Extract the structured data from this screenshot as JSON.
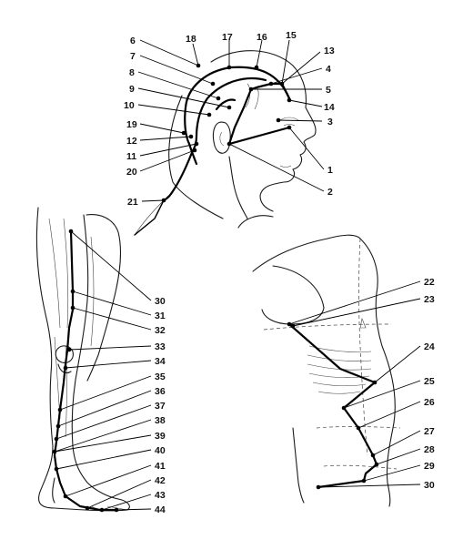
{
  "figure": {
    "head_labels": [
      {
        "id": "1",
        "text": "1"
      },
      {
        "id": "2",
        "text": "2"
      },
      {
        "id": "3",
        "text": "3"
      },
      {
        "id": "4",
        "text": "4"
      },
      {
        "id": "5",
        "text": "5"
      },
      {
        "id": "6",
        "text": "6"
      },
      {
        "id": "7",
        "text": "7"
      },
      {
        "id": "8",
        "text": "8"
      },
      {
        "id": "9",
        "text": "9"
      },
      {
        "id": "10",
        "text": "10"
      },
      {
        "id": "11",
        "text": "11"
      },
      {
        "id": "12",
        "text": "12"
      },
      {
        "id": "13",
        "text": "13"
      },
      {
        "id": "14",
        "text": "14"
      },
      {
        "id": "15",
        "text": "15"
      },
      {
        "id": "16",
        "text": "16"
      },
      {
        "id": "17",
        "text": "17"
      },
      {
        "id": "18",
        "text": "18"
      },
      {
        "id": "19",
        "text": "19"
      },
      {
        "id": "20",
        "text": "20"
      },
      {
        "id": "21",
        "text": "21"
      }
    ],
    "trunk_labels": [
      {
        "id": "22",
        "text": "22"
      },
      {
        "id": "23",
        "text": "23"
      },
      {
        "id": "24",
        "text": "24"
      },
      {
        "id": "25",
        "text": "25"
      },
      {
        "id": "26",
        "text": "26"
      },
      {
        "id": "27",
        "text": "27"
      },
      {
        "id": "28",
        "text": "28"
      },
      {
        "id": "29",
        "text": "29"
      },
      {
        "id": "30t",
        "text": "30"
      }
    ],
    "leg_labels": [
      {
        "id": "30",
        "text": "30"
      },
      {
        "id": "31",
        "text": "31"
      },
      {
        "id": "32",
        "text": "32"
      },
      {
        "id": "33",
        "text": "33"
      },
      {
        "id": "34",
        "text": "34"
      },
      {
        "id": "35",
        "text": "35"
      },
      {
        "id": "36",
        "text": "36"
      },
      {
        "id": "37",
        "text": "37"
      },
      {
        "id": "38",
        "text": "38"
      },
      {
        "id": "39",
        "text": "39"
      },
      {
        "id": "40",
        "text": "40"
      },
      {
        "id": "41",
        "text": "41"
      },
      {
        "id": "42",
        "text": "42"
      },
      {
        "id": "43",
        "text": "43"
      },
      {
        "id": "44",
        "text": "44"
      }
    ]
  }
}
